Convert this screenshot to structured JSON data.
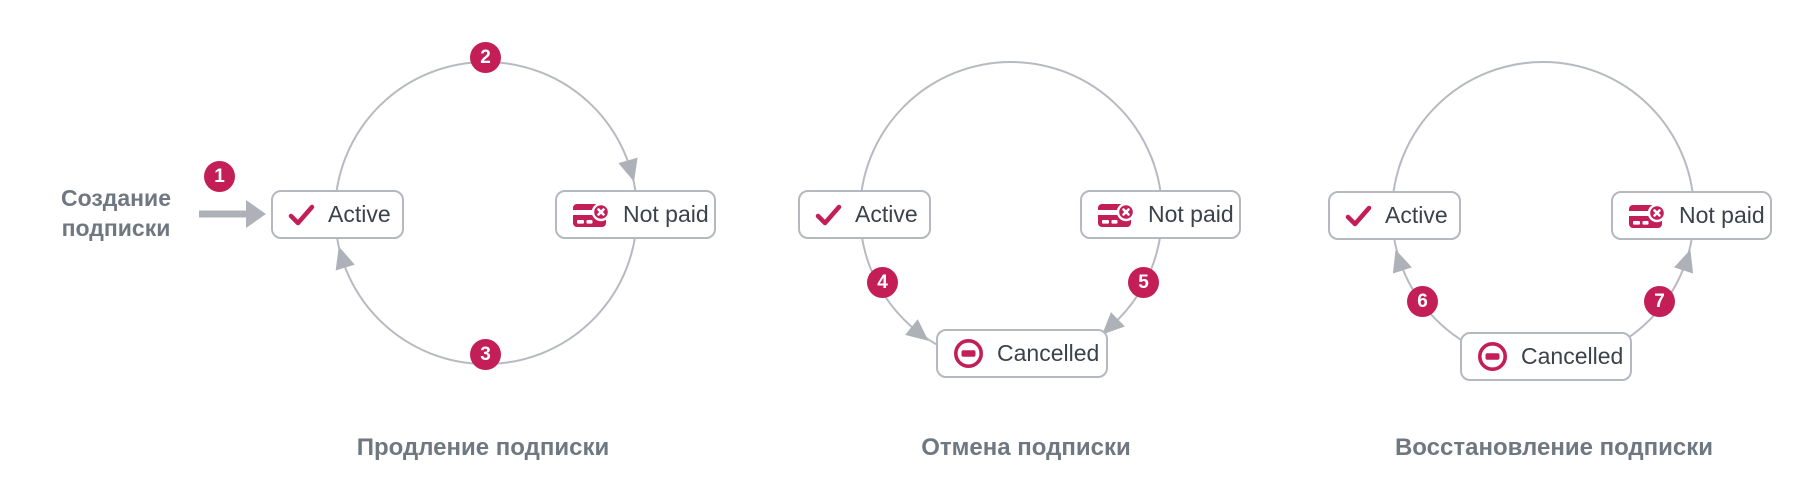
{
  "colors": {
    "accent": "#c41e56",
    "arc_gray": "#b7bac0",
    "arrow_gray": "#aeb2b8",
    "state_border": "#b5b9bf",
    "state_text": "#3c424a",
    "muted_text": "#6f7780"
  },
  "creation_label": {
    "line1": "Создание",
    "line2": "подписки"
  },
  "states": {
    "active": "Active",
    "not_paid": "Not paid",
    "cancelled": "Cancelled"
  },
  "steps": [
    "1",
    "2",
    "3",
    "4",
    "5",
    "6",
    "7"
  ],
  "diagrams": [
    {
      "caption": "Продление подписки"
    },
    {
      "caption": "Отмена подписки"
    },
    {
      "caption": "Восстановление подписки"
    }
  ],
  "icons": {
    "active": "check-icon",
    "not_paid": "card-declined-icon",
    "cancelled": "minus-circle-icon"
  }
}
